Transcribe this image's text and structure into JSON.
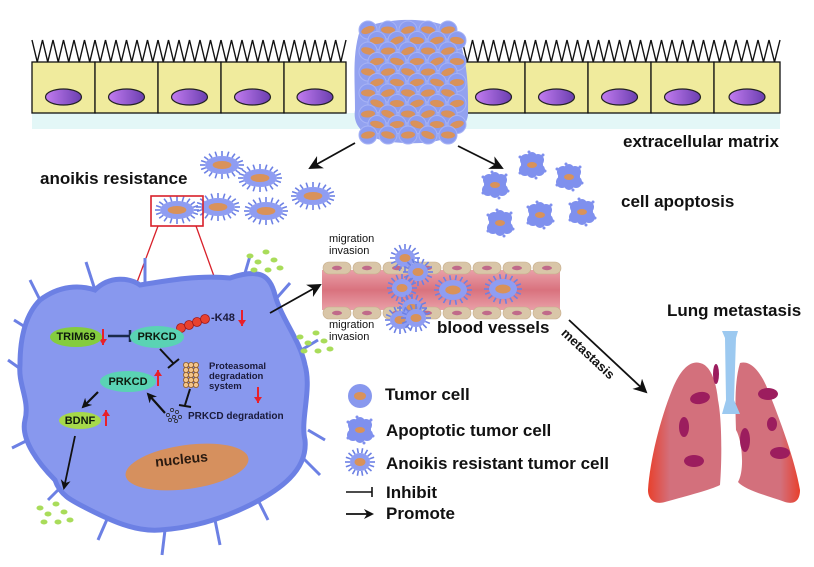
{
  "labels": {
    "extracellular_matrix": "extracellular matrix",
    "anoikis_resistance": "anoikis resistance",
    "cell_apoptosis": "cell apoptosis",
    "migration_invasion_top": [
      "migration",
      "invasion"
    ],
    "migration_invasion_bottom": [
      "migration",
      "invasion"
    ],
    "blood_vessels": "blood vessels",
    "metastasis": "metastasis",
    "lung_metastasis": "Lung metastasis",
    "nucleus": "nucleus"
  },
  "pathway": {
    "trim69": "TRIM69",
    "prkcd_top": "PRKCD",
    "prkcd_mid": "PRKCD",
    "bdnf": "BDNF",
    "k48": "K48",
    "ubiquitin_chain": [
      "U",
      "U",
      "U",
      "U"
    ],
    "proteasome": [
      "Proteasomal",
      "degradation",
      "system"
    ],
    "prkcd_degradation": "PRKCD degradation",
    "regulation": {
      "trim69": "down",
      "k48": "down",
      "prkcd_mid": "up",
      "bdnf": "up",
      "proteasome": "down"
    }
  },
  "legend": [
    {
      "icon": "tumor-cell-icon",
      "label": "Tumor cell"
    },
    {
      "icon": "apoptotic-tumor-cell-icon",
      "label": "Apoptotic tumor cell"
    },
    {
      "icon": "anoikis-resistant-cell-icon",
      "label": "Anoikis resistant tumor cell"
    },
    {
      "icon": "inhibit-icon",
      "label": "Inhibit"
    },
    {
      "icon": "promote-icon",
      "label": "Promote"
    }
  ],
  "colors": {
    "epithelium": "#f0eb9d",
    "epithelial_nucleus": "#a56ae0",
    "ecm": "#e3f7f7",
    "tumor_cell": "#8f9df2",
    "tumor_nucleus": "#d9925a",
    "cell_body": "#8898ee",
    "cell_border": "#6c80e4",
    "prkcd": "#5ad3b4",
    "trim69": "#84cc3e",
    "bdnf": "#a6d94a",
    "up_down_arrow": "#e8202a",
    "zoom_box": "#d8202a",
    "vessel": "#e28a94",
    "vessel_wall": "#d9c6a8",
    "lung": "#d4707e",
    "lung_lesion": "#9c1d5e",
    "trachea": "#9cc9f0"
  }
}
